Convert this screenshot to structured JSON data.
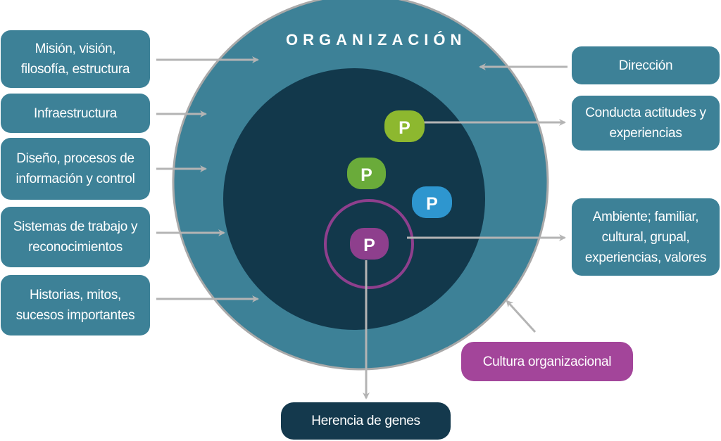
{
  "organization_label": "ORGANIZACIÓN",
  "left_boxes": [
    {
      "lines": [
        "Misión, visión,",
        "filosofía, estructura"
      ]
    },
    {
      "lines": [
        "Infraestructura"
      ]
    },
    {
      "lines": [
        "Diseño, procesos de",
        "información y control"
      ]
    },
    {
      "lines": [
        "Sistemas de trabajo  y",
        "reconocimientos"
      ]
    },
    {
      "lines": [
        "Historias, mitos,",
        "sucesos importantes"
      ]
    }
  ],
  "right_boxes": [
    {
      "lines": [
        "Dirección"
      ]
    },
    {
      "lines": [
        "Conducta actitudes y",
        "experiencias"
      ]
    },
    {
      "lines": [
        "Ambiente; familiar,",
        "cultural, grupal,",
        "experiencias, valores"
      ]
    }
  ],
  "culture_label": "Cultura organizacional",
  "heredity_label": "Herencia de genes",
  "person_markers": [
    {
      "label": "P",
      "color": "#8db82f"
    },
    {
      "label": "P",
      "color": "#6aab3a"
    },
    {
      "label": "P",
      "color": "#2e96cf"
    },
    {
      "label": "P",
      "color": "#8e3f8d"
    }
  ],
  "colors": {
    "outer_circle": "#3d8197",
    "outer_ring": "#a9a9a9",
    "inner_circle": "#12384b",
    "arrow": "#b4b4b4",
    "box_teal": "#3d8197",
    "box_purple": "#a3459a",
    "box_navy": "#14394d",
    "highlight_ring": "#8e3f8d"
  }
}
